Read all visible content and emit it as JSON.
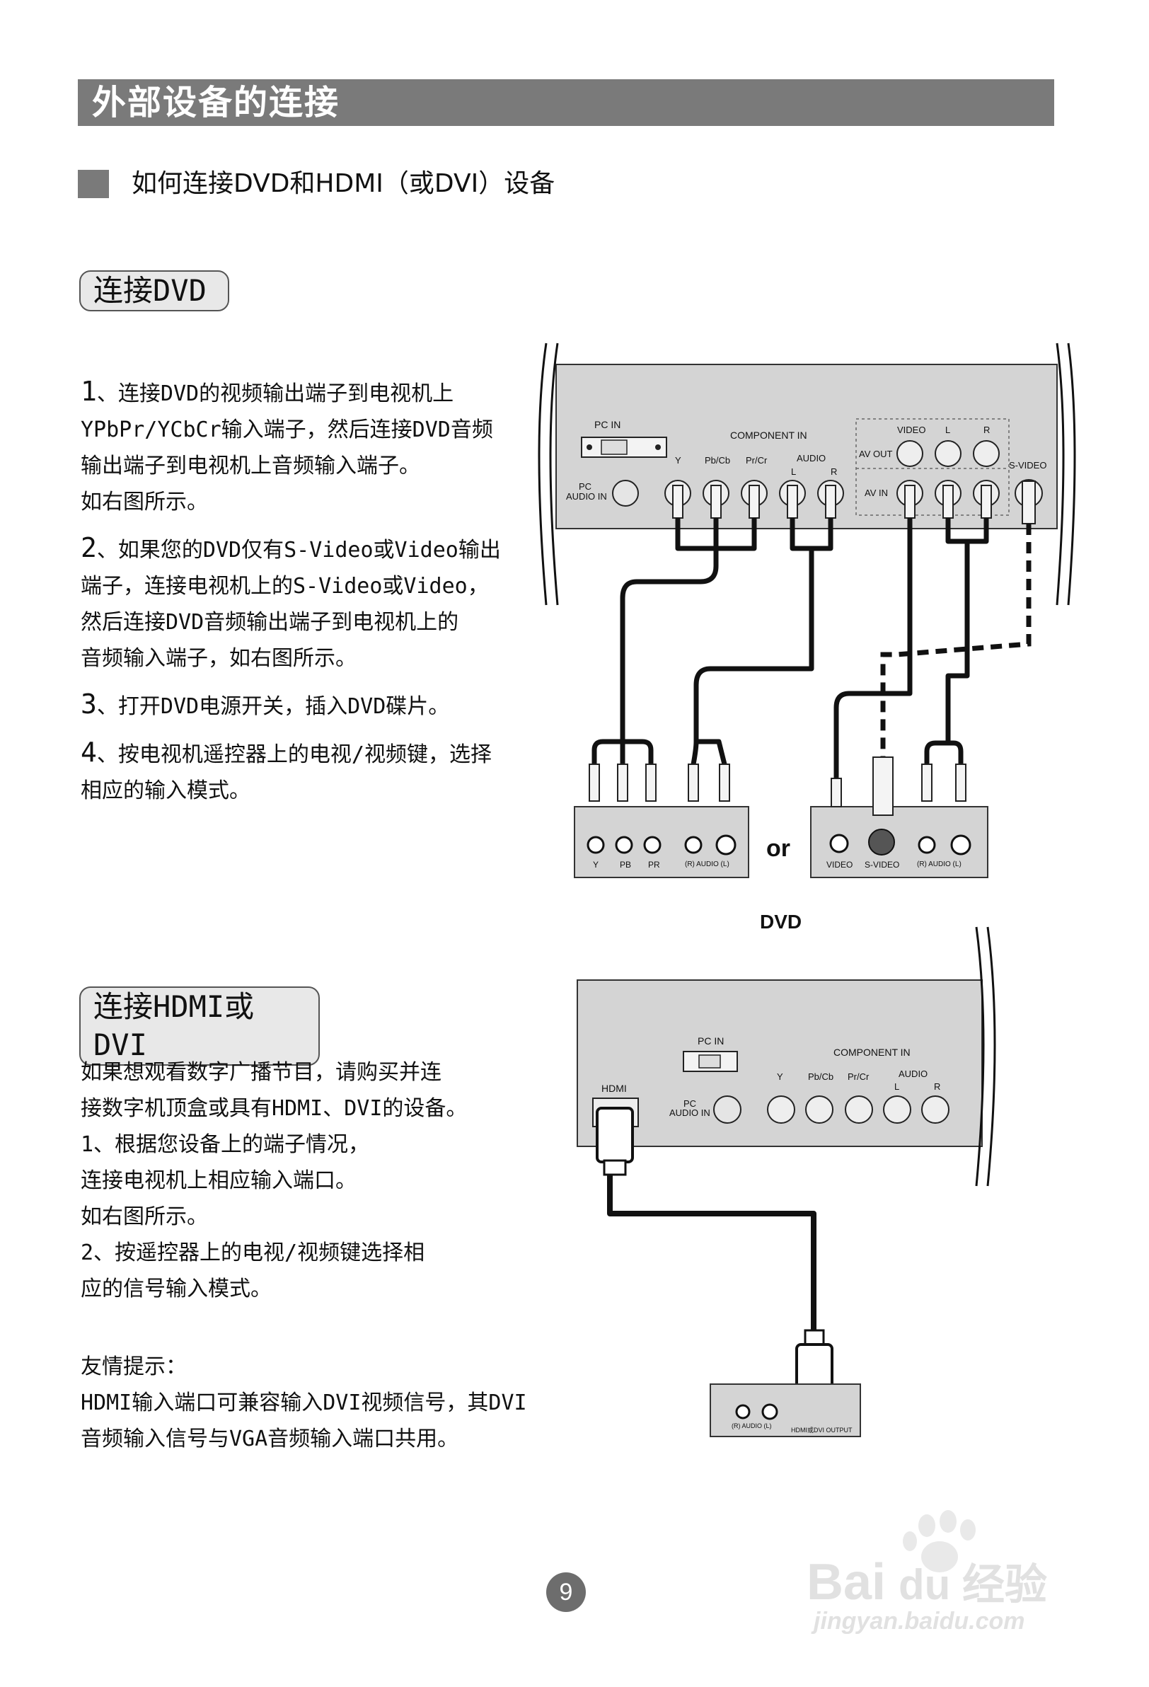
{
  "header": {
    "title": "外部设备的连接"
  },
  "section": {
    "subheading": "如何连接DVD和HDMI（或DVI）设备"
  },
  "dvd_section": {
    "pill": "连接DVD",
    "steps": [
      {
        "num": "1",
        "lines": [
          "、连接DVD的视频输出端子到电视机上",
          "YPbPr/YCbCr输入端子，然后连接DVD音频",
          "输出端子到电视机上音频输入端子。",
          "如右图所示。"
        ]
      },
      {
        "num": "2",
        "lines": [
          "、如果您的DVD仅有S-Video或Video输出",
          "端子，连接电视机上的S-Video或Video，",
          "然后连接DVD音频输出端子到电视机上的",
          "音频输入端子，如右图所示。"
        ]
      },
      {
        "num": "3",
        "lines": [
          "、打开DVD电源开关，插入DVD碟片。"
        ]
      },
      {
        "num": "4",
        "lines": [
          "、按电视机遥控器上的电视/视频键，选择",
          "相应的输入模式。"
        ]
      }
    ]
  },
  "hdmi_section": {
    "pill": "连接HDMI或DVI",
    "lines": [
      "如果想观看数字广播节目，请购买并连",
      "接数字机顶盒或具有HDMI、DVI的设备。",
      "1、根据您设备上的端子情况，",
      "连接电视机上相应输入端口。",
      "如右图所示。",
      "2、按遥控器上的电视/视频键选择相",
      "应的信号输入模式。"
    ],
    "tip_title": "友情提示：",
    "tip_lines": [
      "HDMI输入端口可兼容输入DVI视频信号，其DVI",
      "音频输入信号与VGA音频输入端口共用。"
    ]
  },
  "diagram1": {
    "pc_in": "PC IN",
    "pc_audio_in_1": "PC",
    "pc_audio_in_2": "AUDIO IN",
    "component_in": "COMPONENT IN",
    "y": "Y",
    "pbcb": "Pb/Cb",
    "prcr": "Pr/Cr",
    "audio": "AUDIO",
    "l": "L",
    "r": "R",
    "video": "VIDEO",
    "av_out": "AV OUT",
    "av_in": "AV IN",
    "s_video": "S-VIDEO",
    "or": "or",
    "dvd": "DVD",
    "dvd1_y": "Y",
    "dvd1_pb": "PB",
    "dvd1_pr": "PR",
    "dvd_audio": "(R) AUDIO (L)",
    "dvd2_video": "VIDEO",
    "dvd2_svideo": "S-VIDEO"
  },
  "diagram2": {
    "pc_in": "PC IN",
    "hdmi": "HDMI",
    "pc_audio_in_1": "PC",
    "pc_audio_in_2": "AUDIO IN",
    "component_in": "COMPONENT IN",
    "y": "Y",
    "pbcb": "Pb/Cb",
    "prcr": "Pr/Cr",
    "audio": "AUDIO",
    "l": "L",
    "r": "R",
    "dev_audio": "(R) AUDIO (L)",
    "dev_output": "HDMI或DVI OUTPUT"
  },
  "page_number": "9",
  "watermark": {
    "brand_a": "Bai",
    "brand_b": "du",
    "brand_c": "经验",
    "url": "jingyan.baidu.com"
  }
}
